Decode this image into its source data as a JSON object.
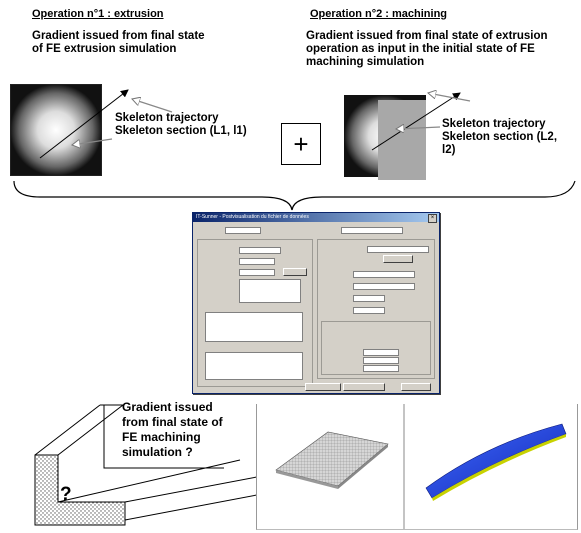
{
  "operation1": {
    "heading": "Operation n°1 : extrusion",
    "description_line1": "Gradient issued from final state",
    "description_line2": "of FE extrusion simulation",
    "label_trajectory": "Skeleton trajectory",
    "label_section": "Skeleton section (L1, l1)"
  },
  "operation2": {
    "heading": "Operation n°2 : machining",
    "description_line1": "Gradient issued from final state of extrusion",
    "description_line2": "operation as input in the initial state of FE",
    "description_line3": "machining simulation",
    "label_trajectory": "Skeleton trajectory",
    "label_section_line1": "Skeleton section (L2,",
    "label_section_line2": "l2)"
  },
  "plus_symbol": "+",
  "question": {
    "line1": "Gradient issued",
    "line2": "from final state of",
    "line3": "FE machining",
    "line4": "simulation ?",
    "mark": "?"
  },
  "dialog": {
    "title": "IT-Sunner - Postvisualisation du fichier de données",
    "close_glyph": "×"
  },
  "colors": {
    "dialog_gray": "#d4d0c8",
    "titlebar_blue": "#0a246a",
    "machined_part_blue": "#1f3fd8",
    "machined_part_edge": "#c8d200"
  }
}
